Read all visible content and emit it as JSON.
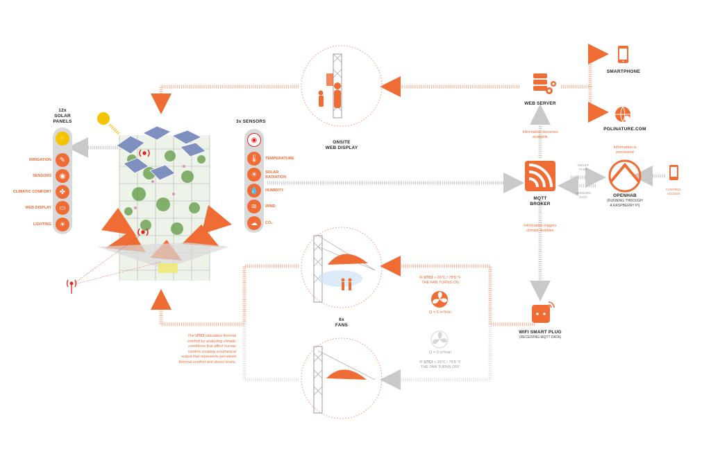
{
  "solar": {
    "title_1": "12x",
    "title_2": "SOLAR",
    "title_3": "PANELS"
  },
  "outputs": [
    {
      "label": "IRRIGATION"
    },
    {
      "label": "SENSORS"
    },
    {
      "label": "CLIMATIC COMFORT"
    },
    {
      "label": "WEB DISPLAY"
    },
    {
      "label": "LIGHTING"
    }
  ],
  "sensors": {
    "title": "3x SENSORS",
    "items": [
      {
        "label": "TEMPERATURE"
      },
      {
        "label_1": "SOLAR",
        "label_2": "RADIATION"
      },
      {
        "label": "HUMIDITY"
      },
      {
        "label": "WIND"
      },
      {
        "label": "CO₂"
      }
    ]
  },
  "onsite": {
    "line_1": "ONSITE",
    "line_2": "WEB DISPLAY"
  },
  "web_server": {
    "label": "WEB SERVER",
    "note_1": "Information becomes",
    "note_2": "available"
  },
  "smartphone": {
    "label": "SMARTPHONE"
  },
  "polinature": {
    "label": "POLINATURE.COM"
  },
  "mqtt": {
    "line_1": "MQTT",
    "line_2": "BROKER",
    "note_1": "Information triggers",
    "note_2": "climatic bubbles"
  },
  "openhab": {
    "label": "OPENHAB",
    "sub_1": "(RUNNING THROUGH",
    "sub_2": "A RASPBERRY PI)",
    "note_1": "Information is",
    "note_2": "processed"
  },
  "links": {
    "top_1": "ON/OFF",
    "top_2": "FANS",
    "bottom_1": "SENSORS",
    "bottom_2": "DATA"
  },
  "control": {
    "line_1": "CONTROL",
    "line_2": "ACCESS"
  },
  "plug": {
    "label": "WIFI SMART PLUG",
    "sub": "(RECEIVING MQTT DATA)"
  },
  "fans": {
    "line_1": "6x",
    "line_2": "FANS"
  },
  "fan_on": {
    "cond_pre": "IF ",
    "cond_key": "UTCI",
    "cond_post": " > 26°C / 78'8 °F",
    "state": "THE FAN TURNS ON",
    "flow": "Q = 5 m³/min"
  },
  "fan_off": {
    "cond_pre": "IF ",
    "cond_key": "UTCI",
    "cond_post": " < 26°C / 78'8 °F",
    "state": "THE FAN TURNS OFF",
    "flow": "Q = 0 m³/min"
  },
  "utci": {
    "line_1_pre": "The ",
    "line_1_key": "UTCI",
    "line_1_post": " calculates thermal",
    "line_2": "comfort by analyzing climatic",
    "line_3": "conditions that affect  human",
    "line_4": "comfort creating a numerical",
    "line_5": "output that represents perceived",
    "line_6": "thermal comfort and stress levels."
  },
  "colors": {
    "accent": "#ef6c35",
    "grey": "#d0d0d0",
    "red": "#e2231a",
    "sun": "#f5c400"
  }
}
